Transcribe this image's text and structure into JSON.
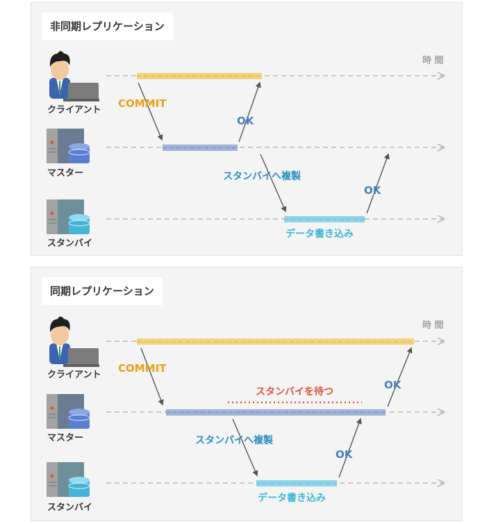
{
  "async": {
    "title": "非同期レプリケーション",
    "time_label": "時 間",
    "nodes": {
      "client": "クライアント",
      "master": "マスター",
      "standby": "スタンバイ"
    },
    "commit": "COMMIT",
    "ok_master": "OK",
    "replicate": "スタンバイへ複製",
    "ok_standby": "OK",
    "write": "データ書き込み"
  },
  "sync": {
    "title": "同期レプリケーション",
    "time_label": "時 間",
    "nodes": {
      "client": "クライアント",
      "master": "マスター",
      "standby": "スタンバイ"
    },
    "commit": "COMMIT",
    "wait": "スタンバイを待つ",
    "replicate": "スタンバイへ複製",
    "ok_standby": "OK",
    "ok_master": "OK",
    "write": "データ書き込み"
  },
  "colors": {
    "client_bar": "#f2d27a",
    "master_bar": "#9fb1d6",
    "standby_bar": "#8fd3e8",
    "commit_text": "#e8a11a",
    "ok_text": "#4a7fb8",
    "replicate_text": "#2a8fc2",
    "write_text": "#3eb6d8",
    "wait_text": "#d9553c",
    "dash": "#b7b7b7"
  }
}
